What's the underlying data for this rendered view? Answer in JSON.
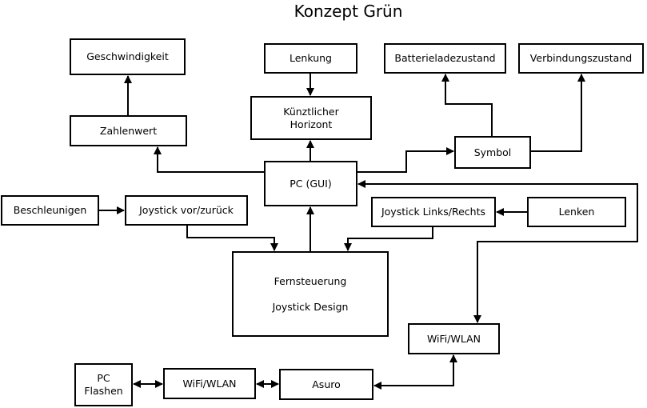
{
  "title": "Konzept Grün",
  "boxes": {
    "geschwindigkeit": "Geschwindigkeit",
    "zahlenwert": "Zahlenwert",
    "lenkung": "Lenkung",
    "horizont_line1": "Künztlicher",
    "horizont_line2": "Horizont",
    "batterie": "Batterieladezustand",
    "verbindung": "Verbindungszustand",
    "symbol": "Symbol",
    "pc_gui": "PC (GUI)",
    "beschleunigen": "Beschleunigen",
    "joystick_vz": "Joystick vor/zurück",
    "joystick_lr": "Joystick Links/Rechts",
    "lenken": "Lenken",
    "fernsteuerung_line1": "Fernsteuerung",
    "fernsteuerung_line2": "Joystick Design",
    "wifi_right": "WiFi/WLAN",
    "pc_flashen_line1": "PC",
    "pc_flashen_line2": "Flashen",
    "wifi_left": "WiFi/WLAN",
    "asuro": "Asuro"
  }
}
